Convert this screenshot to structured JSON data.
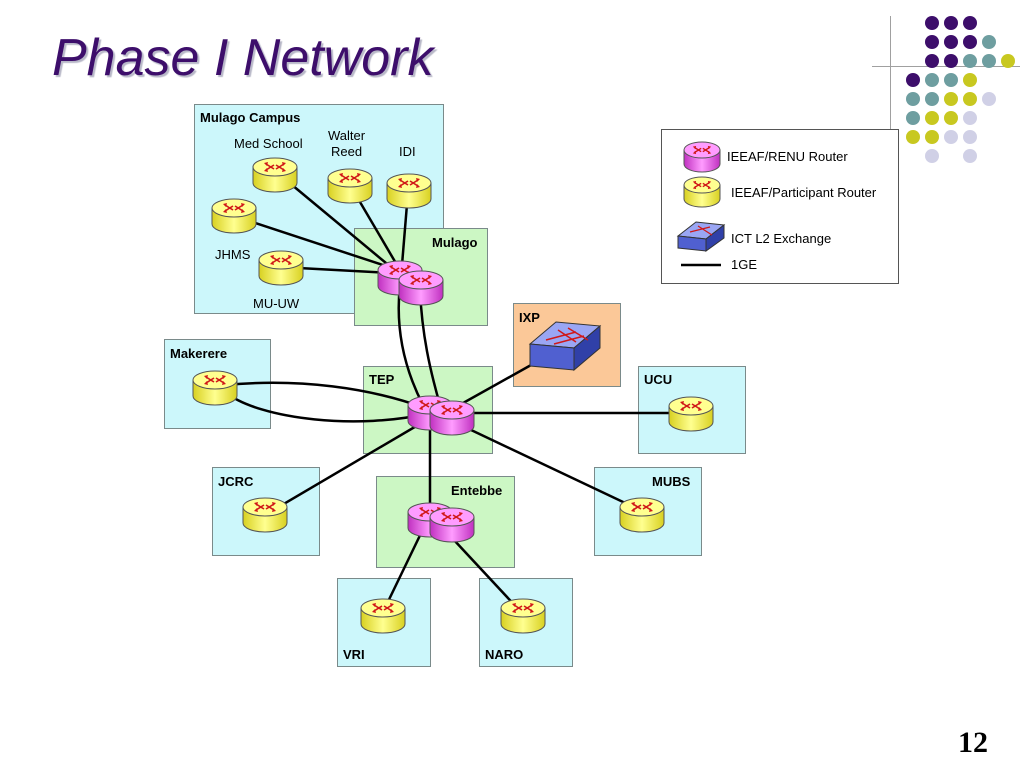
{
  "title": "Phase I Network",
  "page_number": "12",
  "colors": {
    "title": "#3d0e6b",
    "renu_router": "#e040e0",
    "participant_router": "#f0f040",
    "exchange": "#5060d0",
    "link": "#000000",
    "campus_box": "#ccf7fb",
    "core_box": "#ccf7c4",
    "ixp_box": "#fbc898"
  },
  "legend": {
    "renu_router": "IEEAF/RENU Router",
    "participant_router": "IEEAF/Participant Router",
    "exchange": "ICT L2 Exchange",
    "link": "1GE"
  },
  "icons": {
    "renu_router": "router-icon",
    "participant_router": "router-icon",
    "exchange": "switch-icon"
  },
  "boxes": {
    "mulago_campus": "Mulago Campus",
    "mulago": "Mulago",
    "ixp": "IXP",
    "makerere": "Makerere",
    "tep": "TEP",
    "ucu": "UCU",
    "jcrc": "JCRC",
    "entebbe": "Entebbe",
    "mubs": "MUBS",
    "vri": "VRI",
    "naro": "NARO"
  },
  "nodes": {
    "med_school": "Med School",
    "walter_reed": "Walter\nReed",
    "idi": "IDI",
    "jhms": "JHMS",
    "mu_uw": "MU-UW"
  },
  "links": [
    [
      "med_school",
      "mulago"
    ],
    [
      "walter_reed",
      "mulago"
    ],
    [
      "idi",
      "mulago"
    ],
    [
      "jhms",
      "mulago"
    ],
    [
      "mu_uw",
      "mulago"
    ],
    [
      "mulago",
      "tep"
    ],
    [
      "mulago",
      "tep"
    ],
    [
      "makerere",
      "tep"
    ],
    [
      "makerere",
      "tep"
    ],
    [
      "ixp",
      "tep"
    ],
    [
      "ucu",
      "tep"
    ],
    [
      "jcrc",
      "tep"
    ],
    [
      "mubs",
      "tep"
    ],
    [
      "entebbe",
      "tep"
    ],
    [
      "entebbe",
      "vri"
    ],
    [
      "entebbe",
      "naro"
    ]
  ]
}
